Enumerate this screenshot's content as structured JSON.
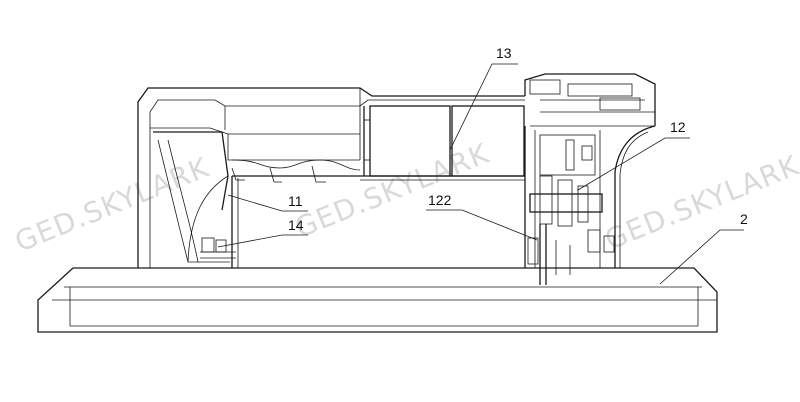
{
  "watermark": {
    "text": "GED.SKYLARK"
  },
  "labels": {
    "l13": "13",
    "l12": "12",
    "l11": "11",
    "l14": "14",
    "l122": "122",
    "l2": "2"
  }
}
